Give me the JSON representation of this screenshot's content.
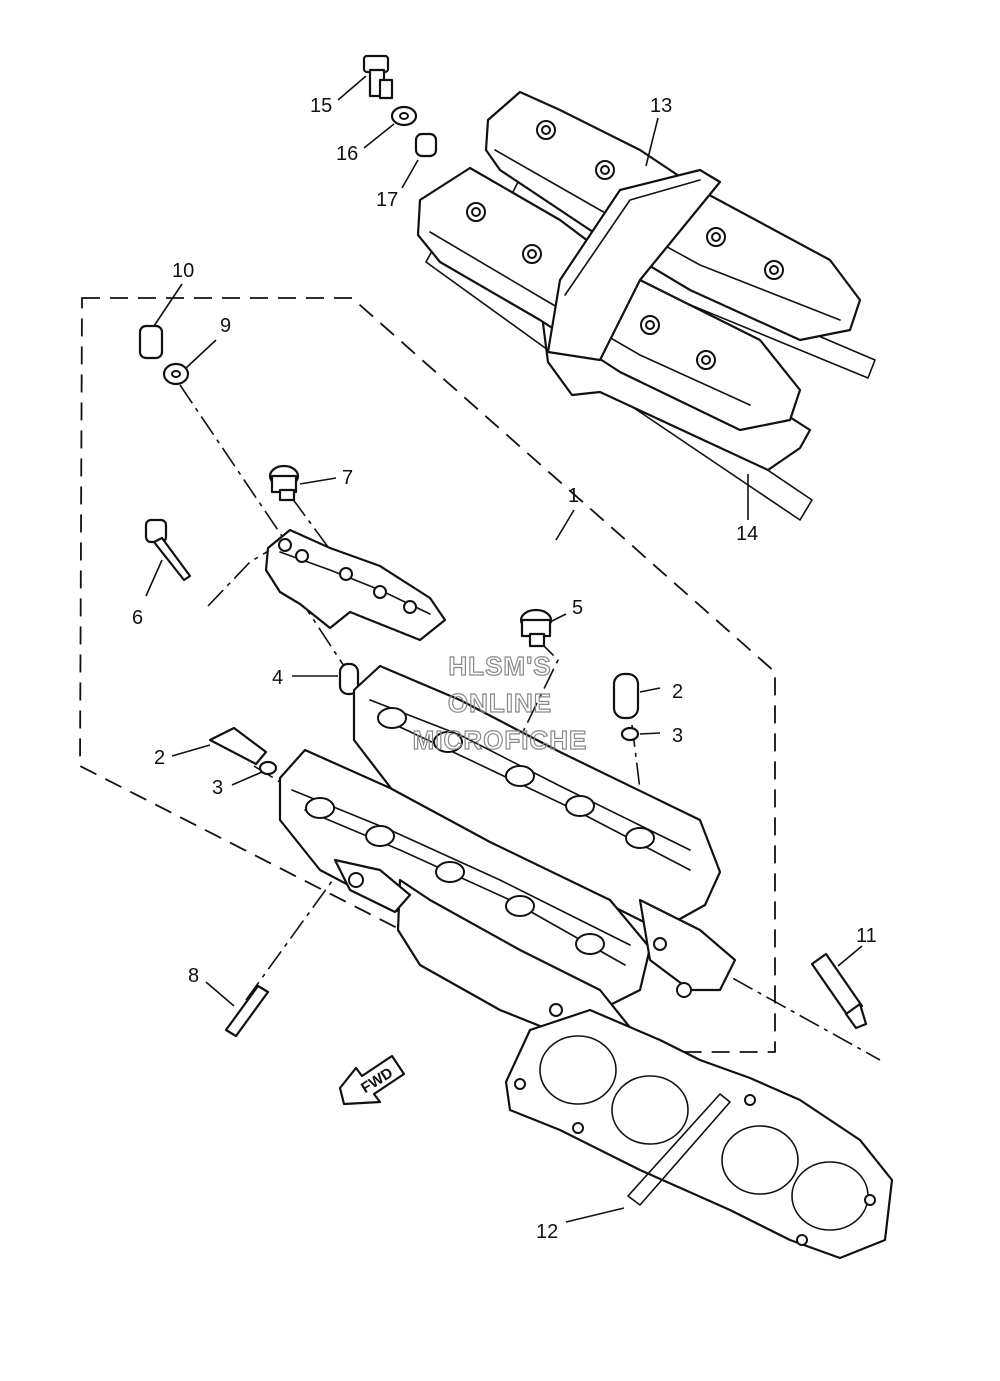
{
  "callouts": [
    {
      "id": "1",
      "text": "1"
    },
    {
      "id": "2a",
      "text": "2"
    },
    {
      "id": "2b",
      "text": "2"
    },
    {
      "id": "3a",
      "text": "3"
    },
    {
      "id": "3b",
      "text": "3"
    },
    {
      "id": "4",
      "text": "4"
    },
    {
      "id": "5",
      "text": "5"
    },
    {
      "id": "6",
      "text": "6"
    },
    {
      "id": "7",
      "text": "7"
    },
    {
      "id": "8",
      "text": "8"
    },
    {
      "id": "9",
      "text": "9"
    },
    {
      "id": "10",
      "text": "10"
    },
    {
      "id": "11",
      "text": "11"
    },
    {
      "id": "12",
      "text": "12"
    },
    {
      "id": "13",
      "text": "13"
    },
    {
      "id": "14",
      "text": "14"
    },
    {
      "id": "15",
      "text": "15"
    },
    {
      "id": "16",
      "text": "16"
    },
    {
      "id": "17",
      "text": "17"
    }
  ],
  "watermark": {
    "line1": "HLSM'S",
    "line2": "ONLINE",
    "line3": "MICROFICHE"
  },
  "direction_arrow": {
    "text": "FWD",
    "icon": "fwd-arrow-icon"
  }
}
